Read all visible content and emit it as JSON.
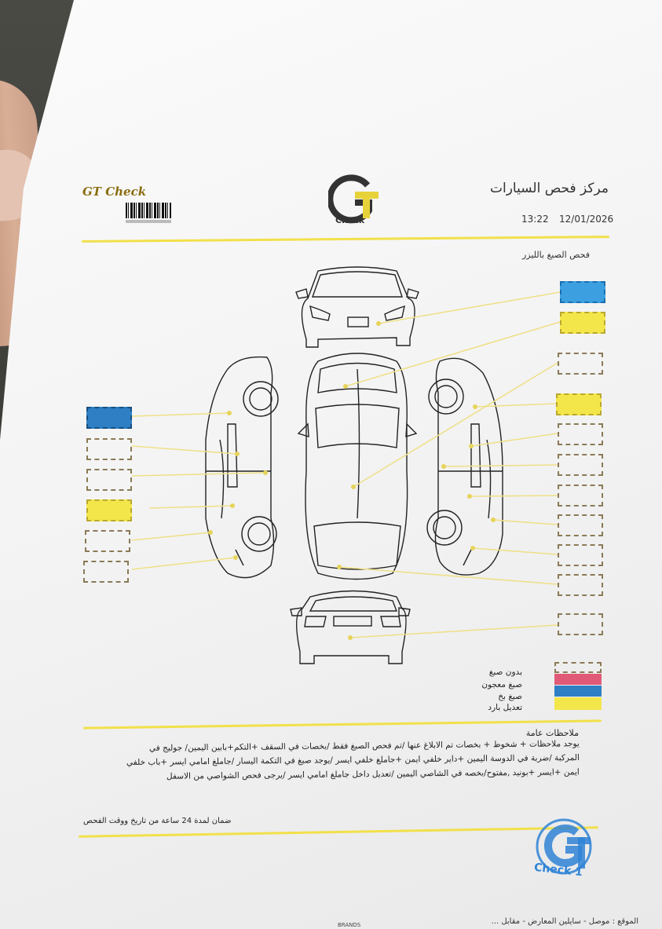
{
  "header": {
    "logo_left_text": "GT Check",
    "logo_center_text": "Check",
    "center_name": "مركز فحص السيارات",
    "time": "13:22",
    "date": "12/01/2026"
  },
  "section_title": "فحص الصبغ بالليزر",
  "left_boxes": [
    {
      "color": "blue"
    },
    {
      "color": "none"
    },
    {
      "color": "none"
    },
    {
      "color": "yellow"
    },
    {
      "color": "none"
    },
    {
      "color": "none"
    }
  ],
  "right_boxes": [
    {
      "color": "blue"
    },
    {
      "color": "yellow"
    },
    {
      "color": "none"
    },
    {
      "color": "yellow"
    },
    {
      "color": "none"
    },
    {
      "color": "none"
    },
    {
      "color": "none"
    },
    {
      "color": "none"
    },
    {
      "color": "none"
    },
    {
      "color": "none"
    },
    {
      "color": "none"
    }
  ],
  "legend": [
    {
      "label": "بدون صبغ",
      "color": "none"
    },
    {
      "label": "صبغ معجون",
      "color": "#e05a78"
    },
    {
      "label": "صبغ بخ",
      "color": "#2e7fc4"
    },
    {
      "label": "تعديل بارد",
      "color": "#f3e64a"
    }
  ],
  "notes": {
    "title": "ملاحظات عامة",
    "lines": [
      "يوجد ملاحظات + شخوط + بخصات تم الابلاغ عنها /تم فحص الصبغ فقط /بخصات في السقف +التكم+بابين اليمين/ جوليج في",
      "المركبة /ضربة في الدوسة اليمين +داير خلفي ايمن +جاملغ خلفي ايسر /يوجد صبغ في التكمة اليسار /جاملغ امامي ايسر +باب خلفي",
      "ايمن +ايسر +بونيد ,مفتوح/بخصه في الشاصي اليمين /تعديل داخل جاملغ امامي ايسر /يرجى فحص الشواصي من الاسفل"
    ]
  },
  "warranty": "ضمان لمدة 24 ساعة من تاريخ ووقت الفحص",
  "stamp": {
    "text": "Check 1"
  },
  "footer": {
    "brands": "BRANDS",
    "location": "الموقع : موصل - سايلين المعارض - مقابل ..."
  }
}
